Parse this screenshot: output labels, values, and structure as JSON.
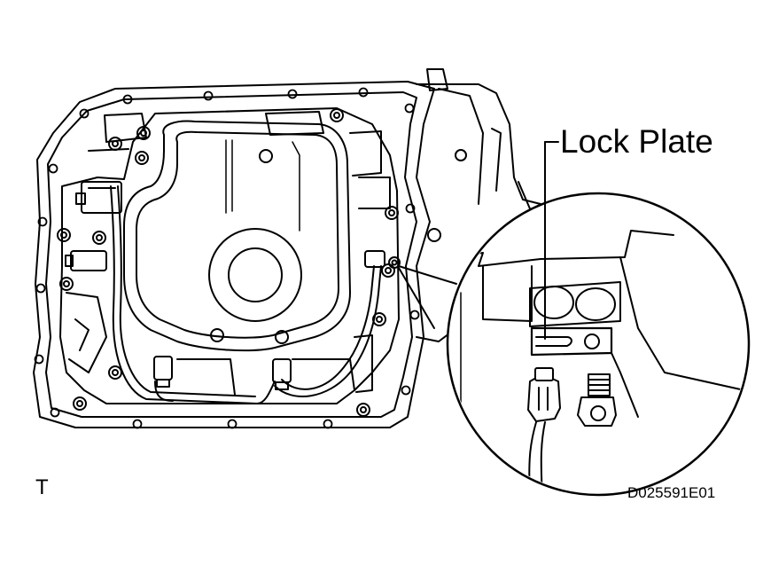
{
  "diagram": {
    "callout_label": "Lock Plate",
    "corner_mark": "T",
    "figure_id": "D025591E01"
  },
  "colors": {
    "line": "#000000",
    "background": "#ffffff"
  },
  "icons": [
    "lock-plate-icon",
    "connector-icon",
    "bolt-icon",
    "solenoid-icon"
  ]
}
